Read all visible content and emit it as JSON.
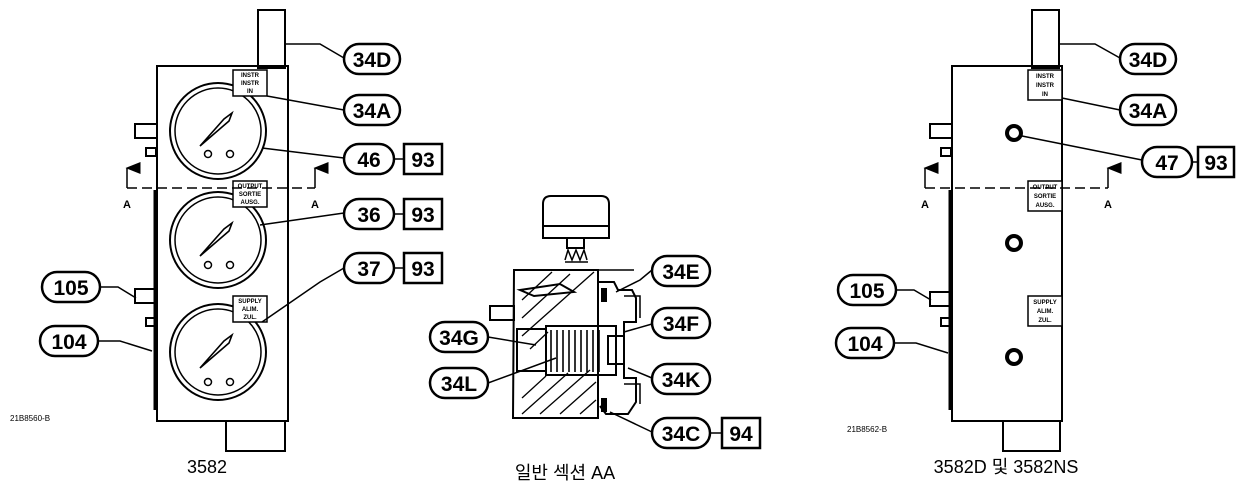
{
  "callouts": {
    "c34D_a": "34D",
    "c34A_a": "34A",
    "c46": "46",
    "c36": "36",
    "c37": "37",
    "c105_a": "105",
    "c104_a": "104",
    "c93_a": "93",
    "c93_b": "93",
    "c93_c": "93",
    "c34E": "34E",
    "c34F": "34F",
    "c34G": "34G",
    "c34K": "34K",
    "c34L": "34L",
    "c34C": "34C",
    "c94": "94",
    "c34D_b": "34D",
    "c34A_b": "34A",
    "c47": "47",
    "c93_d": "93",
    "c105_b": "105",
    "c104_b": "104"
  },
  "plates_left": {
    "p1": [
      "INSTR",
      "INSTR",
      "IN"
    ],
    "p2": [
      "OUTPUT",
      "SORTIE",
      "AUSG."
    ],
    "p3": [
      "SUPPLY",
      "ALIM.",
      "ZUL."
    ]
  },
  "plates_right": {
    "p1": [
      "INSTR",
      "INSTR",
      "IN"
    ],
    "p2": [
      "OUTPUT",
      "SORTIE",
      "AUSG."
    ],
    "p3": [
      "SUPPLY",
      "ALIM.",
      "ZUL."
    ]
  },
  "section_arrows": {
    "left_a1": "A",
    "left_a2": "A",
    "right_a1": "A",
    "right_a2": "A"
  },
  "drawing_numbers": {
    "left": "21B8560-B",
    "right": "21B8562-B"
  },
  "captions": {
    "left": "3582",
    "middle": "일반 섹션 AA",
    "right": "3582D 및 3582NS"
  }
}
